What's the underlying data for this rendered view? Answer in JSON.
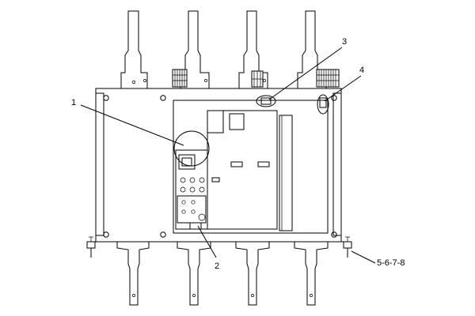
{
  "callouts": [
    {
      "id": "1",
      "label": "1"
    },
    {
      "id": "2",
      "label": "2"
    },
    {
      "id": "3",
      "label": "3"
    },
    {
      "id": "4",
      "label": "4"
    },
    {
      "id": "5678",
      "label": "5-6-7-8"
    }
  ],
  "colors": {
    "line": "#000000",
    "background": "#ffffff"
  }
}
